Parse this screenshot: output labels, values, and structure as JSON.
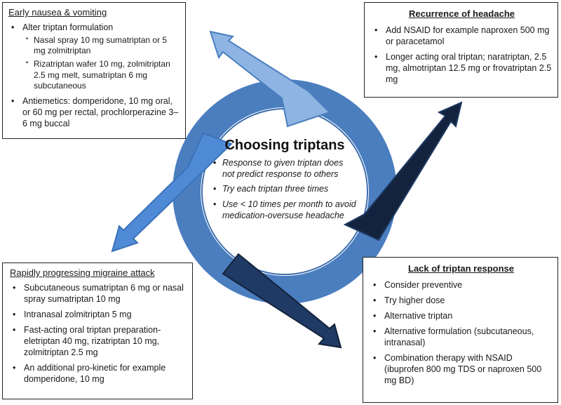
{
  "center": {
    "title": "Choosing triptans",
    "bullets": [
      "Response to given triptan does not predict response to others",
      "Try each triptan three times",
      "Use < 10 times per month to avoid medication-oversuse headache"
    ]
  },
  "top_left": {
    "heading": "Early nausea & vomiting",
    "item1": "Alter triptan formulation",
    "item1_sub": [
      "Nasal spray 10 mg sumatriptan or 5 mg zolmitriptan",
      "Rizatriptan wafer 10 mg, zolmitriptan 2.5 mg melt, sumatriptan 6 mg subcutaneous"
    ],
    "item2": "Antiemetics: domperidone, 10 mg oral, or 60 mg per rectal, prochlorperazine 3–6 mg buccal"
  },
  "top_right": {
    "heading": "Recurrence of headache",
    "items": [
      "Add NSAID for example naproxen 500 mg or paracetamol",
      "Longer acting oral triptan; naratriptan, 2.5 mg, almotriptan 12.5 mg or frovatriptan 2.5 mg"
    ]
  },
  "bottom_left": {
    "heading": "Rapidly progressing migraine attack",
    "items": [
      "Subcutaneous sumatriptan 6 mg or nasal spray sumatriptan 10 mg",
      "Intranasal zolmitriptan 5 mg",
      "Fast-acting oral triptan preparation- eletriptan 40 mg, rizatriptan 10 mg, zolmitriptan 2.5 mg",
      "An additional pro-kinetic for example domperidone, 10 mg"
    ]
  },
  "bottom_right": {
    "heading": "Lack of triptan response",
    "items": [
      "Consider preventive",
      "Try higher dose",
      "Alternative triptan",
      "Alternative formulation (subcutaneous, intranasal)",
      "Combination therapy with NSAID (ibuprofen 800 mg TDS or naproxen 500 mg BD)"
    ]
  },
  "colors": {
    "ring": "#4a7ebf",
    "arrow_light": "#8db4e2",
    "arrow_mid": "#4f8ad6",
    "arrow_dark": "#1f3a64",
    "arrow_darkest": "#14233d",
    "ring_inner": "#ffffff"
  }
}
